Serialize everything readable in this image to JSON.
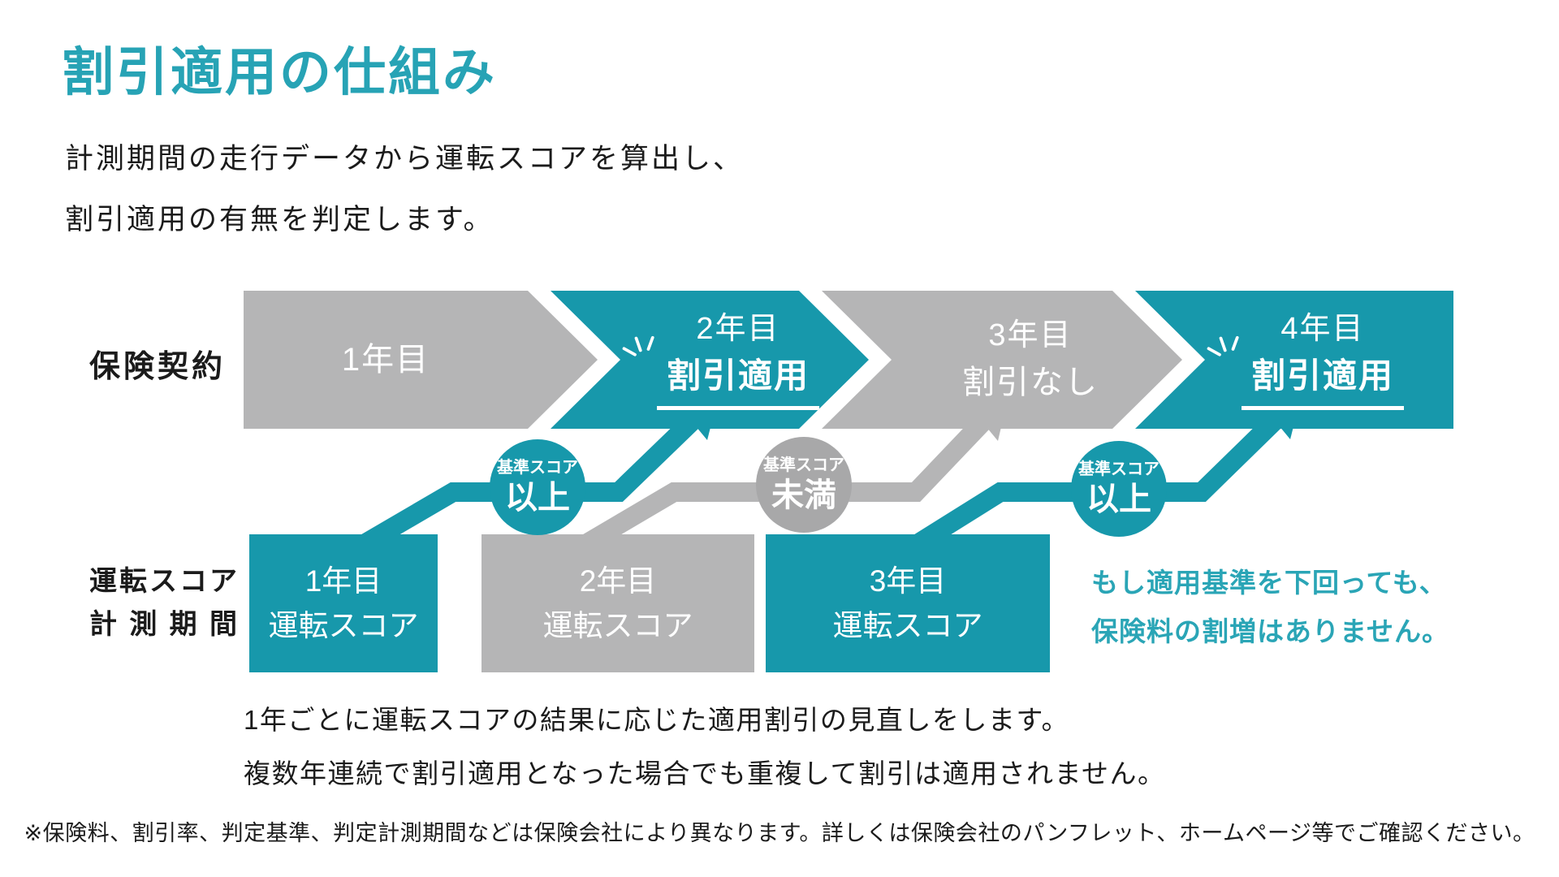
{
  "colors": {
    "teal": "#1798ab",
    "teal_text": "#2aa5b6",
    "title_teal": "#27a3b5",
    "gray": "#b5b5b6",
    "gray_circle": "#a8a8a9",
    "ink": "#1b1b1b",
    "white": "#ffffff"
  },
  "title": "割引適用の仕組み",
  "intro": {
    "line1": "計測期間の走行データから運転スコアを算出し、",
    "line2": "割引適用の有無を判定します。"
  },
  "diagram": {
    "contract_label": "保険契約",
    "score_label_line1": "運転スコア",
    "score_label_line2": "計測期間",
    "chevrons": [
      {
        "year": "1年目",
        "status": ""
      },
      {
        "year": "2年目",
        "status": "割引適用"
      },
      {
        "year": "3年目",
        "status": "割引なし"
      },
      {
        "year": "4年目",
        "status": "割引適用"
      }
    ],
    "badges": [
      {
        "top": "基準スコア",
        "bottom": "以上"
      },
      {
        "top": "基準スコア",
        "bottom": "未満"
      },
      {
        "top": "基準スコア",
        "bottom": "以上"
      }
    ],
    "score_boxes": [
      {
        "year": "1年目",
        "label": "運転スコア"
      },
      {
        "year": "2年目",
        "label": "運転スコア"
      },
      {
        "year": "3年目",
        "label": "運転スコア"
      }
    ],
    "side_note": {
      "line1": "もし適用基準を下回っても、",
      "line2": "保険料の割増はありません。"
    }
  },
  "description": {
    "line1": "1年ごとに運転スコアの結果に応じた適用割引の見直しをします。",
    "line2": "複数年連続で割引適用となった場合でも重複して割引は適用されません。"
  },
  "footnote": "※保険料、割引率、判定基準、判定計測期間などは保険会社により異なります。詳しくは保険会社のパンフレット、ホームページ等でご確認ください。"
}
